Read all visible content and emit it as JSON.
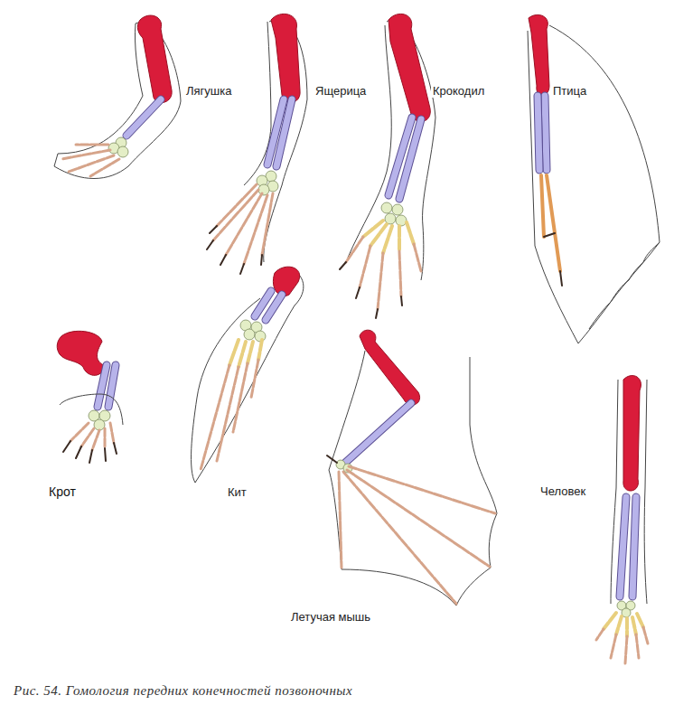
{
  "diagram": {
    "caption": "Рис. 54. Гомология передних конечностей позвоночных",
    "labels": [
      "Лягушка",
      "Ящерица",
      "Крокодил",
      "Птица",
      "Крот",
      "Кит",
      "Человек",
      "Летучая мышь"
    ]
  }
}
